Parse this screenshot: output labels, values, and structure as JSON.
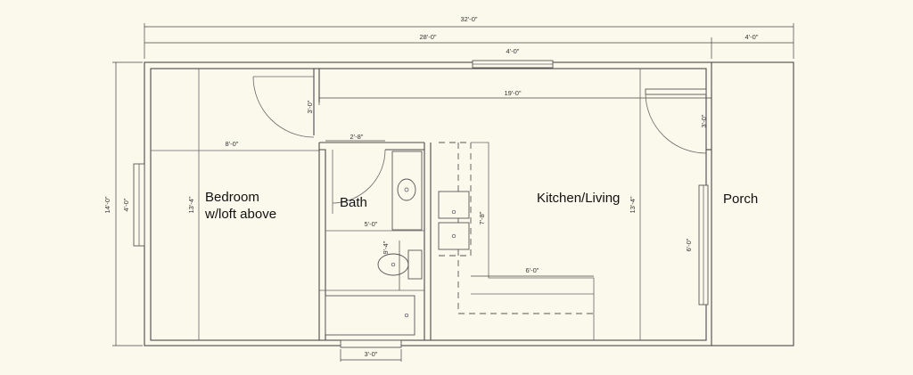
{
  "rooms": {
    "bedroom_line1": "Bedroom",
    "bedroom_line2": "w/loft above",
    "bath": "Bath",
    "kitchen_living": "Kitchen/Living",
    "porch": "Porch"
  },
  "dimensions": {
    "overall_length": "32'-0\"",
    "interior_length": "28'-0\"",
    "porch_depth": "4'-0\"",
    "top_window": "4'-0\"",
    "main_room_length": "19'-0\"",
    "entry_door": "3'-0\"",
    "porch_door": "3'-0\"",
    "bath_door": "2'-8\"",
    "bedroom_width": "8'-0\"",
    "overall_width": "14'-0\"",
    "bedroom_window": "4'-0\"",
    "bedroom_depth": "13'-4\"",
    "bath_width": "5'-0\"",
    "bath_depth": "9'-4\"",
    "counter_depth": "7'-8\"",
    "counter_length": "6'-0\"",
    "living_depth": "13'-4\"",
    "porch_window": "6'-0\"",
    "bottom_window": "3'-0\""
  }
}
